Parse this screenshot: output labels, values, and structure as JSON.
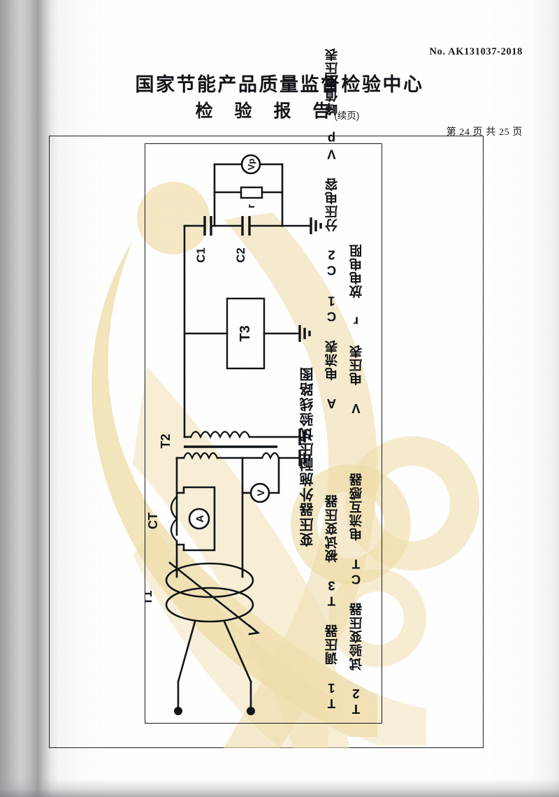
{
  "header": {
    "doc_number": "No. AK131037-2018",
    "org_title": "国家节能产品质量监督检验中心",
    "report_title": "检 验 报 告",
    "report_title_suffix": "(续页)",
    "page_indicator": "第 24 页  共 25 页"
  },
  "figure": {
    "caption": "变压器外施耐压试验线路图",
    "legend": {
      "col_1": "T1 调压器  T3 被试变压器",
      "col_2": "T2 试验变压器 CT 电流互感器",
      "col_3": "A 电流表   C1 C2 分压电容  Vp 峰值电压表",
      "col_4": "V 电压表   r 放电电阻"
    },
    "components": {
      "t1": "T1",
      "t2": "T2",
      "t3": "T3",
      "ct": "CT",
      "c1": "C1",
      "c2": "C2",
      "r": "r",
      "vp_meter": "Vp",
      "v_meter": "V",
      "a_meter": "A"
    },
    "legend_terms": {
      "t1_name": "调压器",
      "t2_name": "试验变压器",
      "t3_name": "被试变压器",
      "ct_name": "电流互感器",
      "a_name": "电流表",
      "v_name": "电压表",
      "c_name": "分压电容",
      "vp_name": "峰值电压表",
      "r_name": "放电电阻"
    }
  },
  "colors": {
    "ink": "#101418",
    "watermark_gold": "#efdba4",
    "watermark_gold_soft": "#f4e6bd",
    "page_white": "#ffffff",
    "scan_shadow": "#9a9ea1"
  }
}
